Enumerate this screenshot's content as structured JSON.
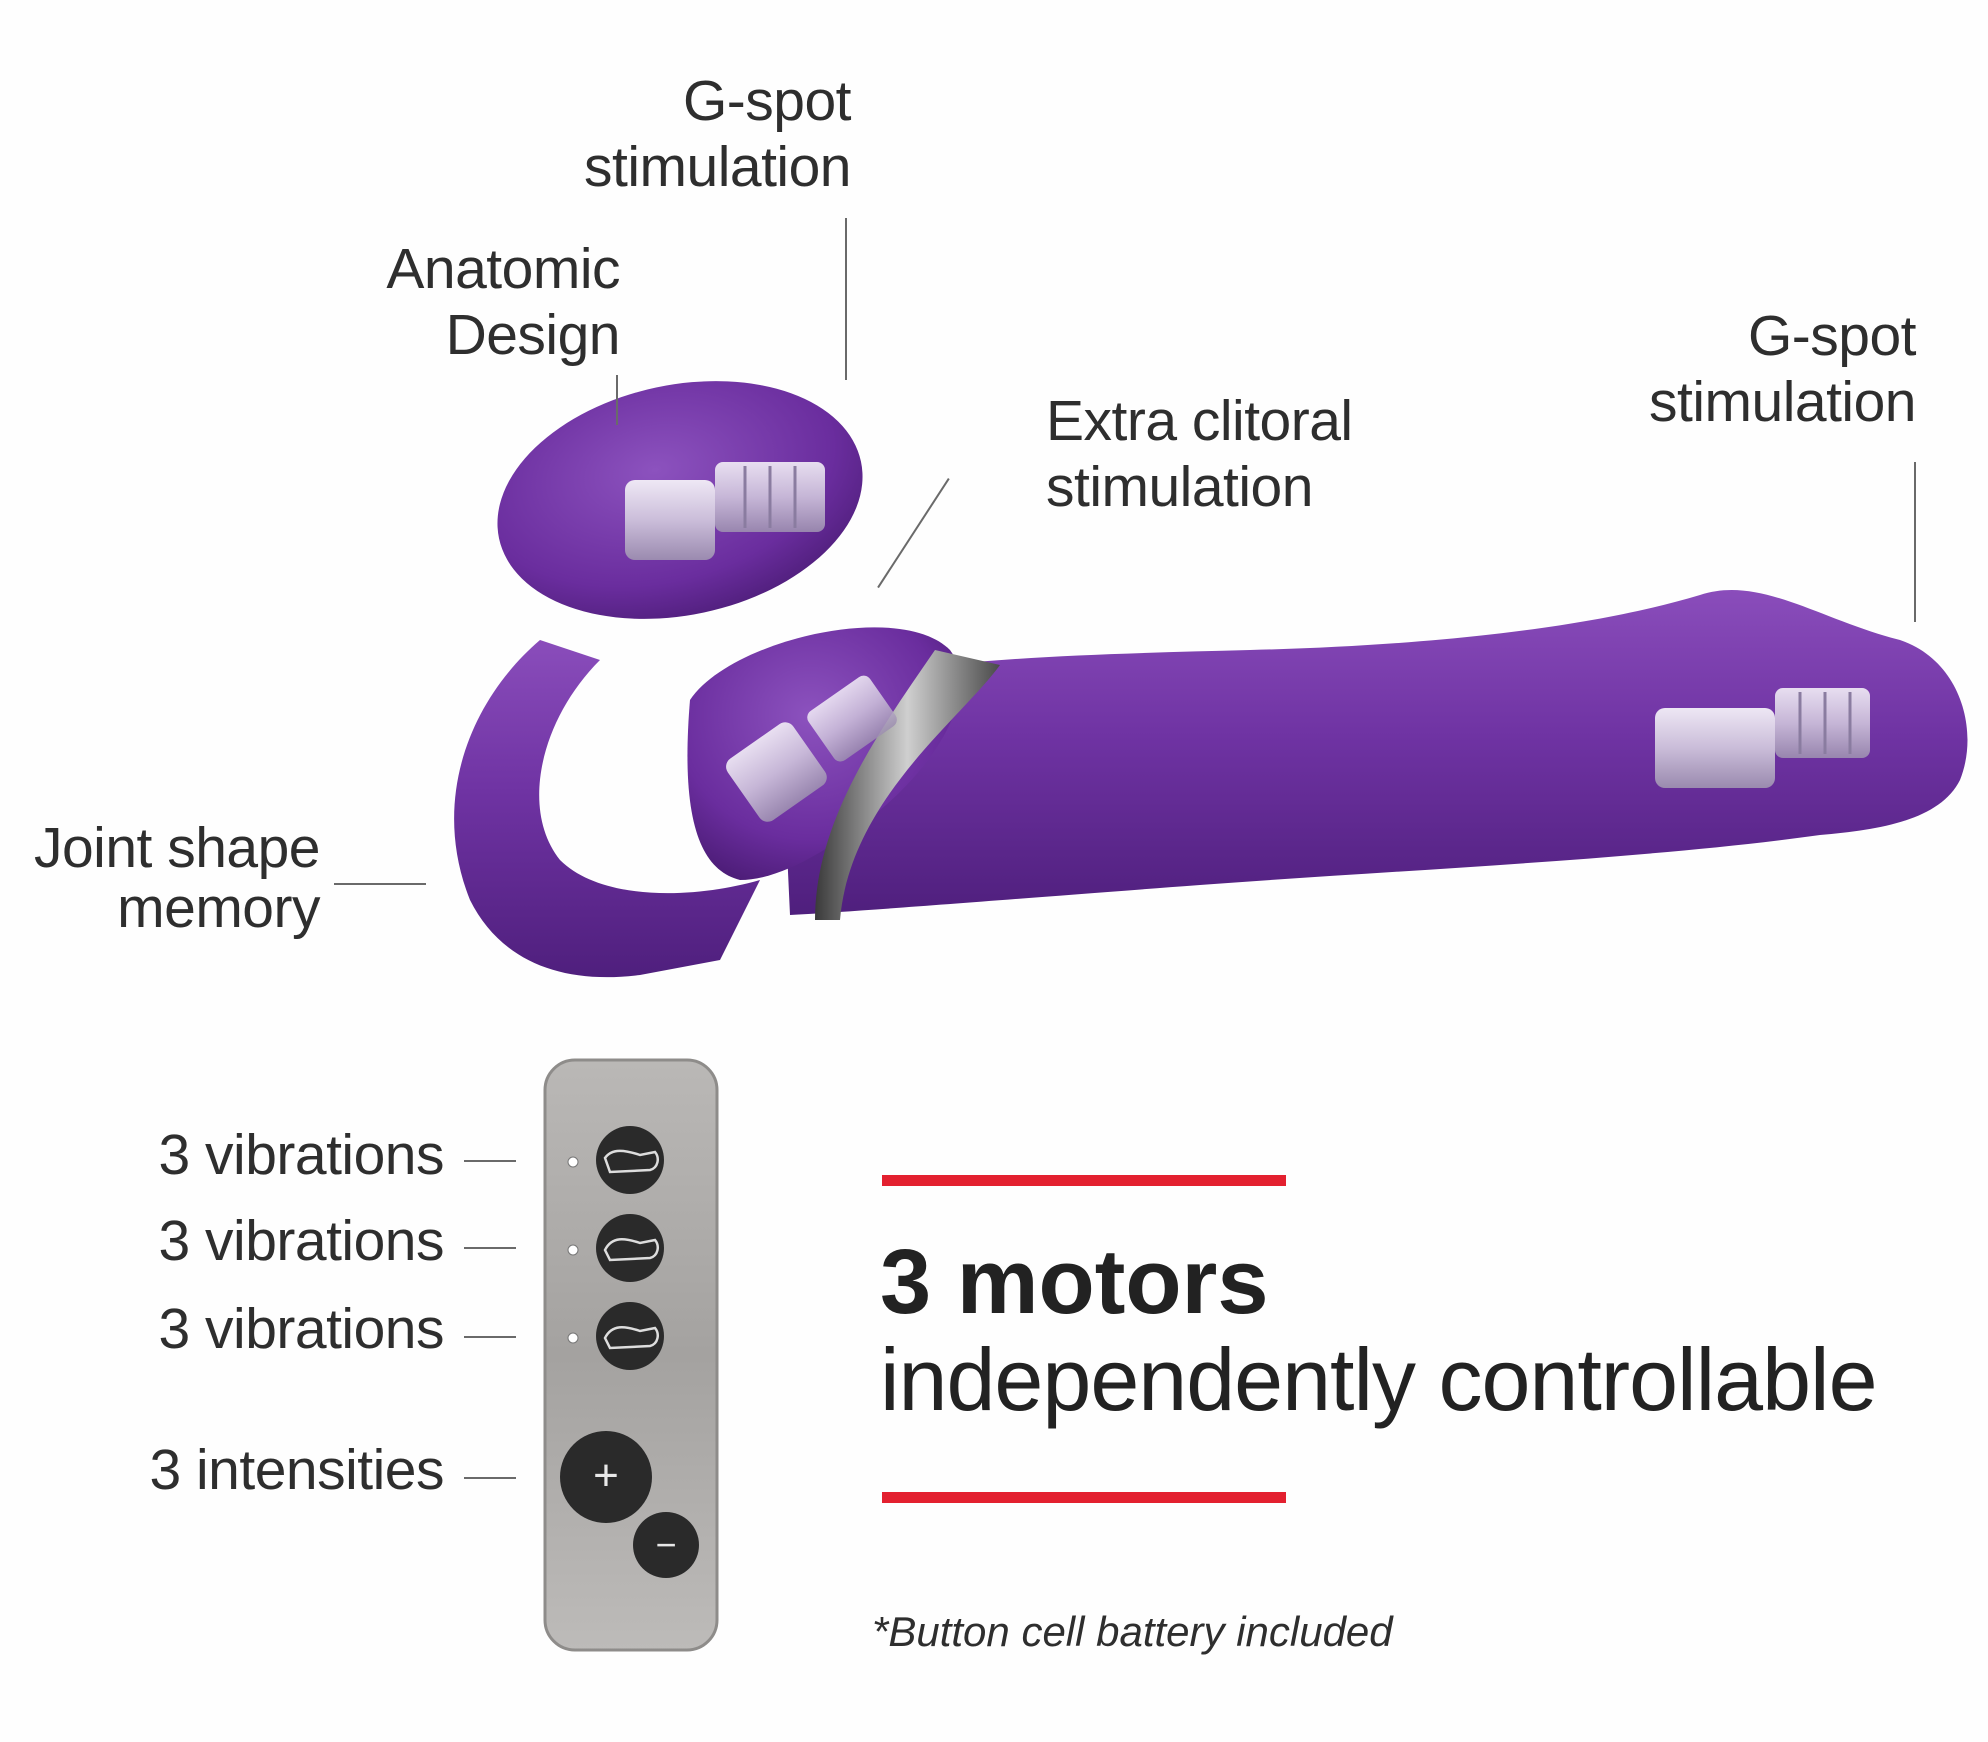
{
  "callouts": {
    "gspot_top": [
      "G-spot",
      "stimulation"
    ],
    "anatomic": [
      "Anatomic",
      "Design"
    ],
    "extra_clitoral": [
      "Extra clitoral",
      "stimulation"
    ],
    "gspot_right": [
      "G-spot",
      "stimulation"
    ],
    "joint": [
      "Joint shape",
      "memory"
    ]
  },
  "remote": {
    "labels": [
      "3 vibrations",
      "3 vibrations",
      "3 vibrations",
      "3 intensities"
    ],
    "plus_symbol": "+",
    "minus_symbol": "−",
    "button_icons": [
      "vibrator-shaft-icon",
      "vibrator-clitoral-icon",
      "vibrator-insert-icon"
    ]
  },
  "headline": {
    "bold": "3 motors",
    "sub": "independently controllable"
  },
  "footnote": "*Button cell battery included",
  "colors": {
    "product_purple": "#6a2c9a",
    "accent_red": "#e3202f",
    "remote_grey": "#a8a6a4",
    "button_dark": "#2a2a2a"
  }
}
